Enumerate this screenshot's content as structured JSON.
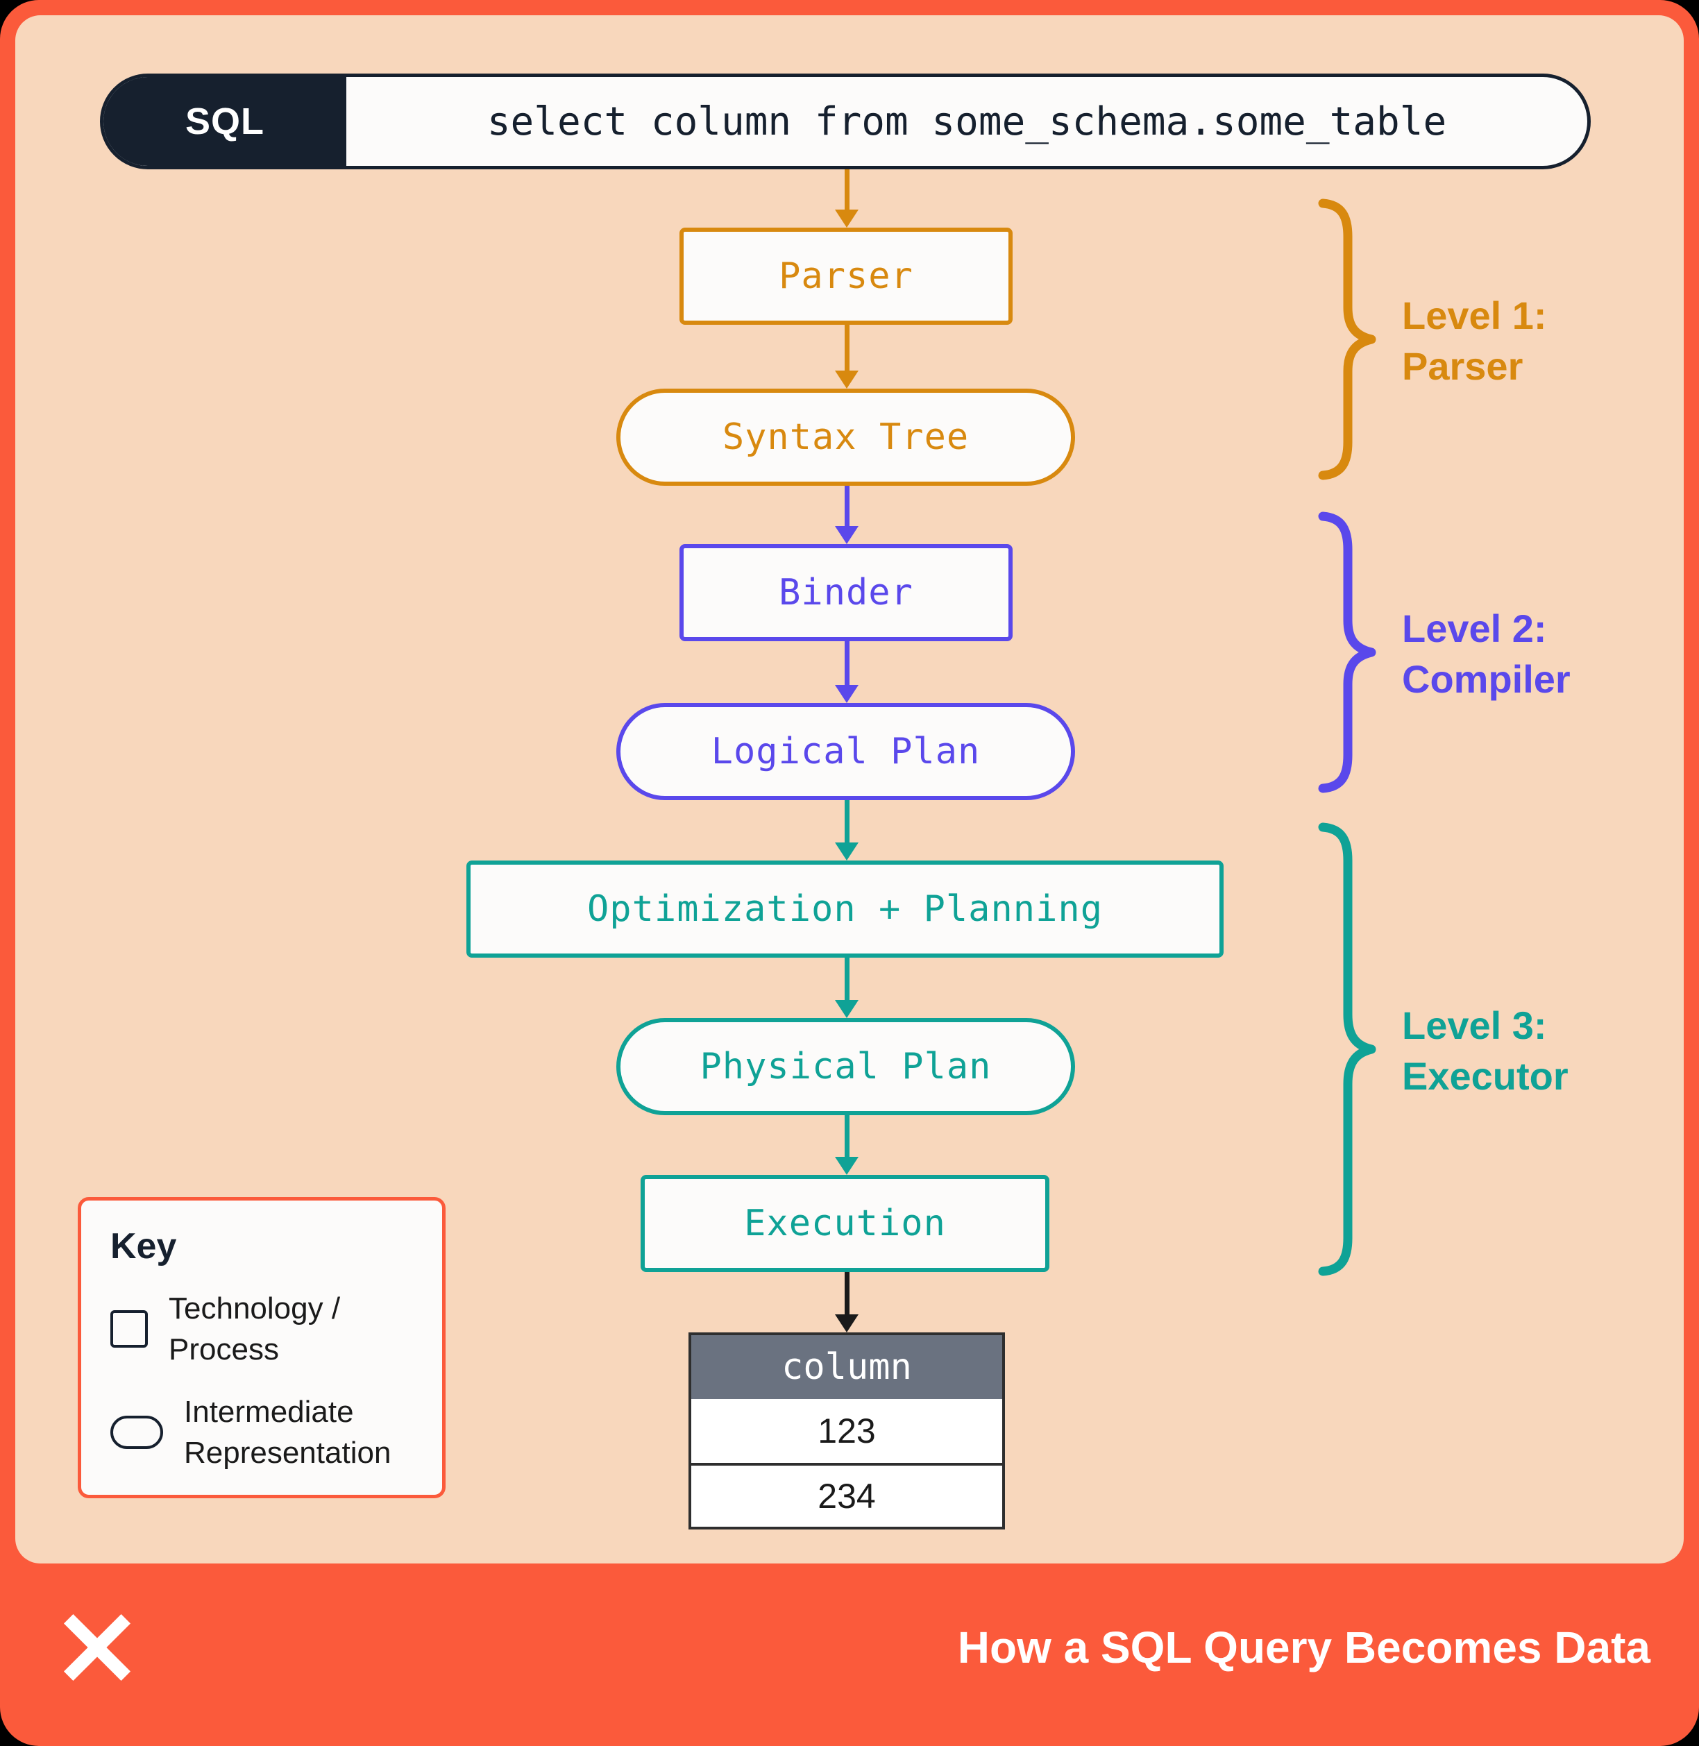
{
  "colors": {
    "coral": "#FB5A3B",
    "peach": "#F8D7BC",
    "navy": "#16202E",
    "orange": "#D8890F",
    "purple": "#5A48EB",
    "teal": "#0FA296",
    "table-header": "#6A7280",
    "ink": "#1A1A1A"
  },
  "sql": {
    "badge": "SQL",
    "query": "select column from some_schema.some_table"
  },
  "flow": {
    "nodes": [
      {
        "label": "Parser",
        "shape": "rect",
        "color": "#D8890F"
      },
      {
        "label": "Syntax Tree",
        "shape": "pill",
        "color": "#D8890F"
      },
      {
        "label": "Binder",
        "shape": "rect",
        "color": "#5A48EB"
      },
      {
        "label": "Logical Plan",
        "shape": "pill",
        "color": "#5A48EB"
      },
      {
        "label": "Optimization + Planning",
        "shape": "rect",
        "color": "#0FA296"
      },
      {
        "label": "Physical Plan",
        "shape": "pill",
        "color": "#0FA296"
      },
      {
        "label": "Execution",
        "shape": "rect",
        "color": "#0FA296"
      }
    ]
  },
  "levels": [
    {
      "title": "Level 1:",
      "name": "Parser",
      "color": "#D8890F"
    },
    {
      "title": "Level 2:",
      "name": "Compiler",
      "color": "#5A48EB"
    },
    {
      "title": "Level 3:",
      "name": "Executor",
      "color": "#0FA296"
    }
  ],
  "result_table": {
    "header": "column",
    "rows": [
      "123",
      "234"
    ]
  },
  "key": {
    "title": "Key",
    "items": [
      {
        "icon": "rect-shape-icon",
        "label": "Technology / Process"
      },
      {
        "icon": "pill-shape-icon",
        "label": "Intermediate Representation"
      }
    ]
  },
  "footer": {
    "logo_icon": "x-star-logo-icon",
    "title": "How a SQL Query Becomes Data"
  }
}
